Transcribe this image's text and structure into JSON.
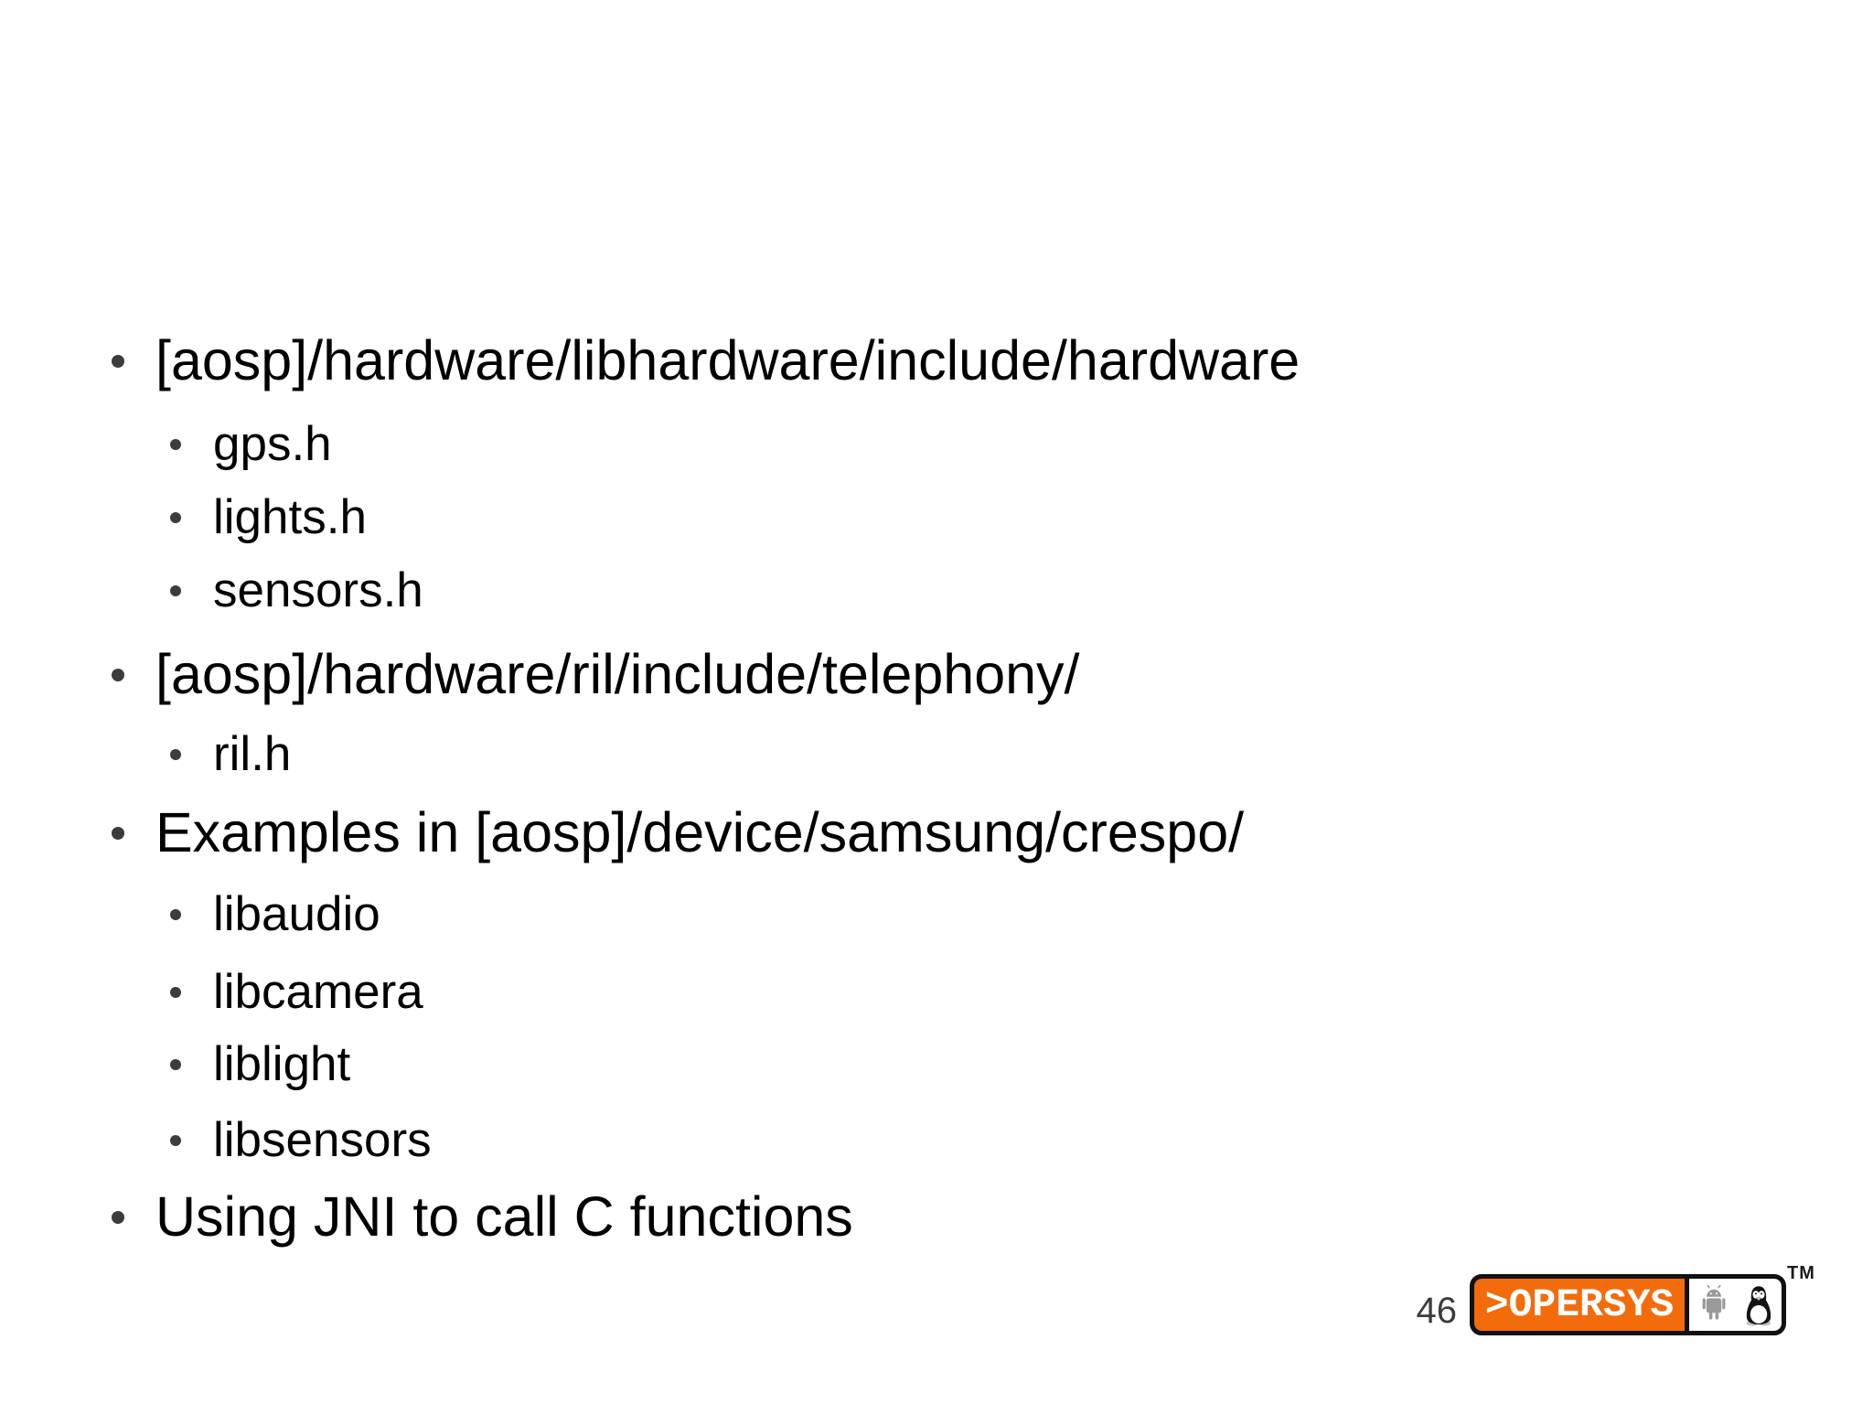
{
  "slide": {
    "bullets": [
      {
        "level": 1,
        "text": "[aosp]/hardware/libhardware/include/hardware"
      },
      {
        "level": 2,
        "text": "gps.h"
      },
      {
        "level": 2,
        "text": "lights.h"
      },
      {
        "level": 2,
        "text": "sensors.h"
      },
      {
        "level": 1,
        "text": "[aosp]/hardware/ril/include/telephony/"
      },
      {
        "level": 2,
        "text": "ril.h"
      },
      {
        "level": 1,
        "text": "Examples in [aosp]/device/samsung/crespo/"
      },
      {
        "level": 2,
        "text": "libaudio"
      },
      {
        "level": 2,
        "text": "libcamera"
      },
      {
        "level": 2,
        "text": "liblight"
      },
      {
        "level": 2,
        "text": "libsensors"
      },
      {
        "level": 1,
        "text": "Using JNI to call C functions"
      }
    ],
    "footer": {
      "page_number": "46",
      "logo_text": ">OPERSYS",
      "trademark": "TM"
    },
    "icons": {
      "android_icon": "android-robot",
      "tux_icon": "linux-tux-penguin"
    },
    "colors": {
      "background": "#ffffff",
      "text": "#000000",
      "bullet": "#3c3c3c",
      "page_number": "#3c3c3c",
      "logo_orange": "#f36c0c",
      "logo_border": "#111111",
      "android_gray": "#9a9a9a",
      "tux_accent_gray": "#c4c4c4"
    }
  }
}
